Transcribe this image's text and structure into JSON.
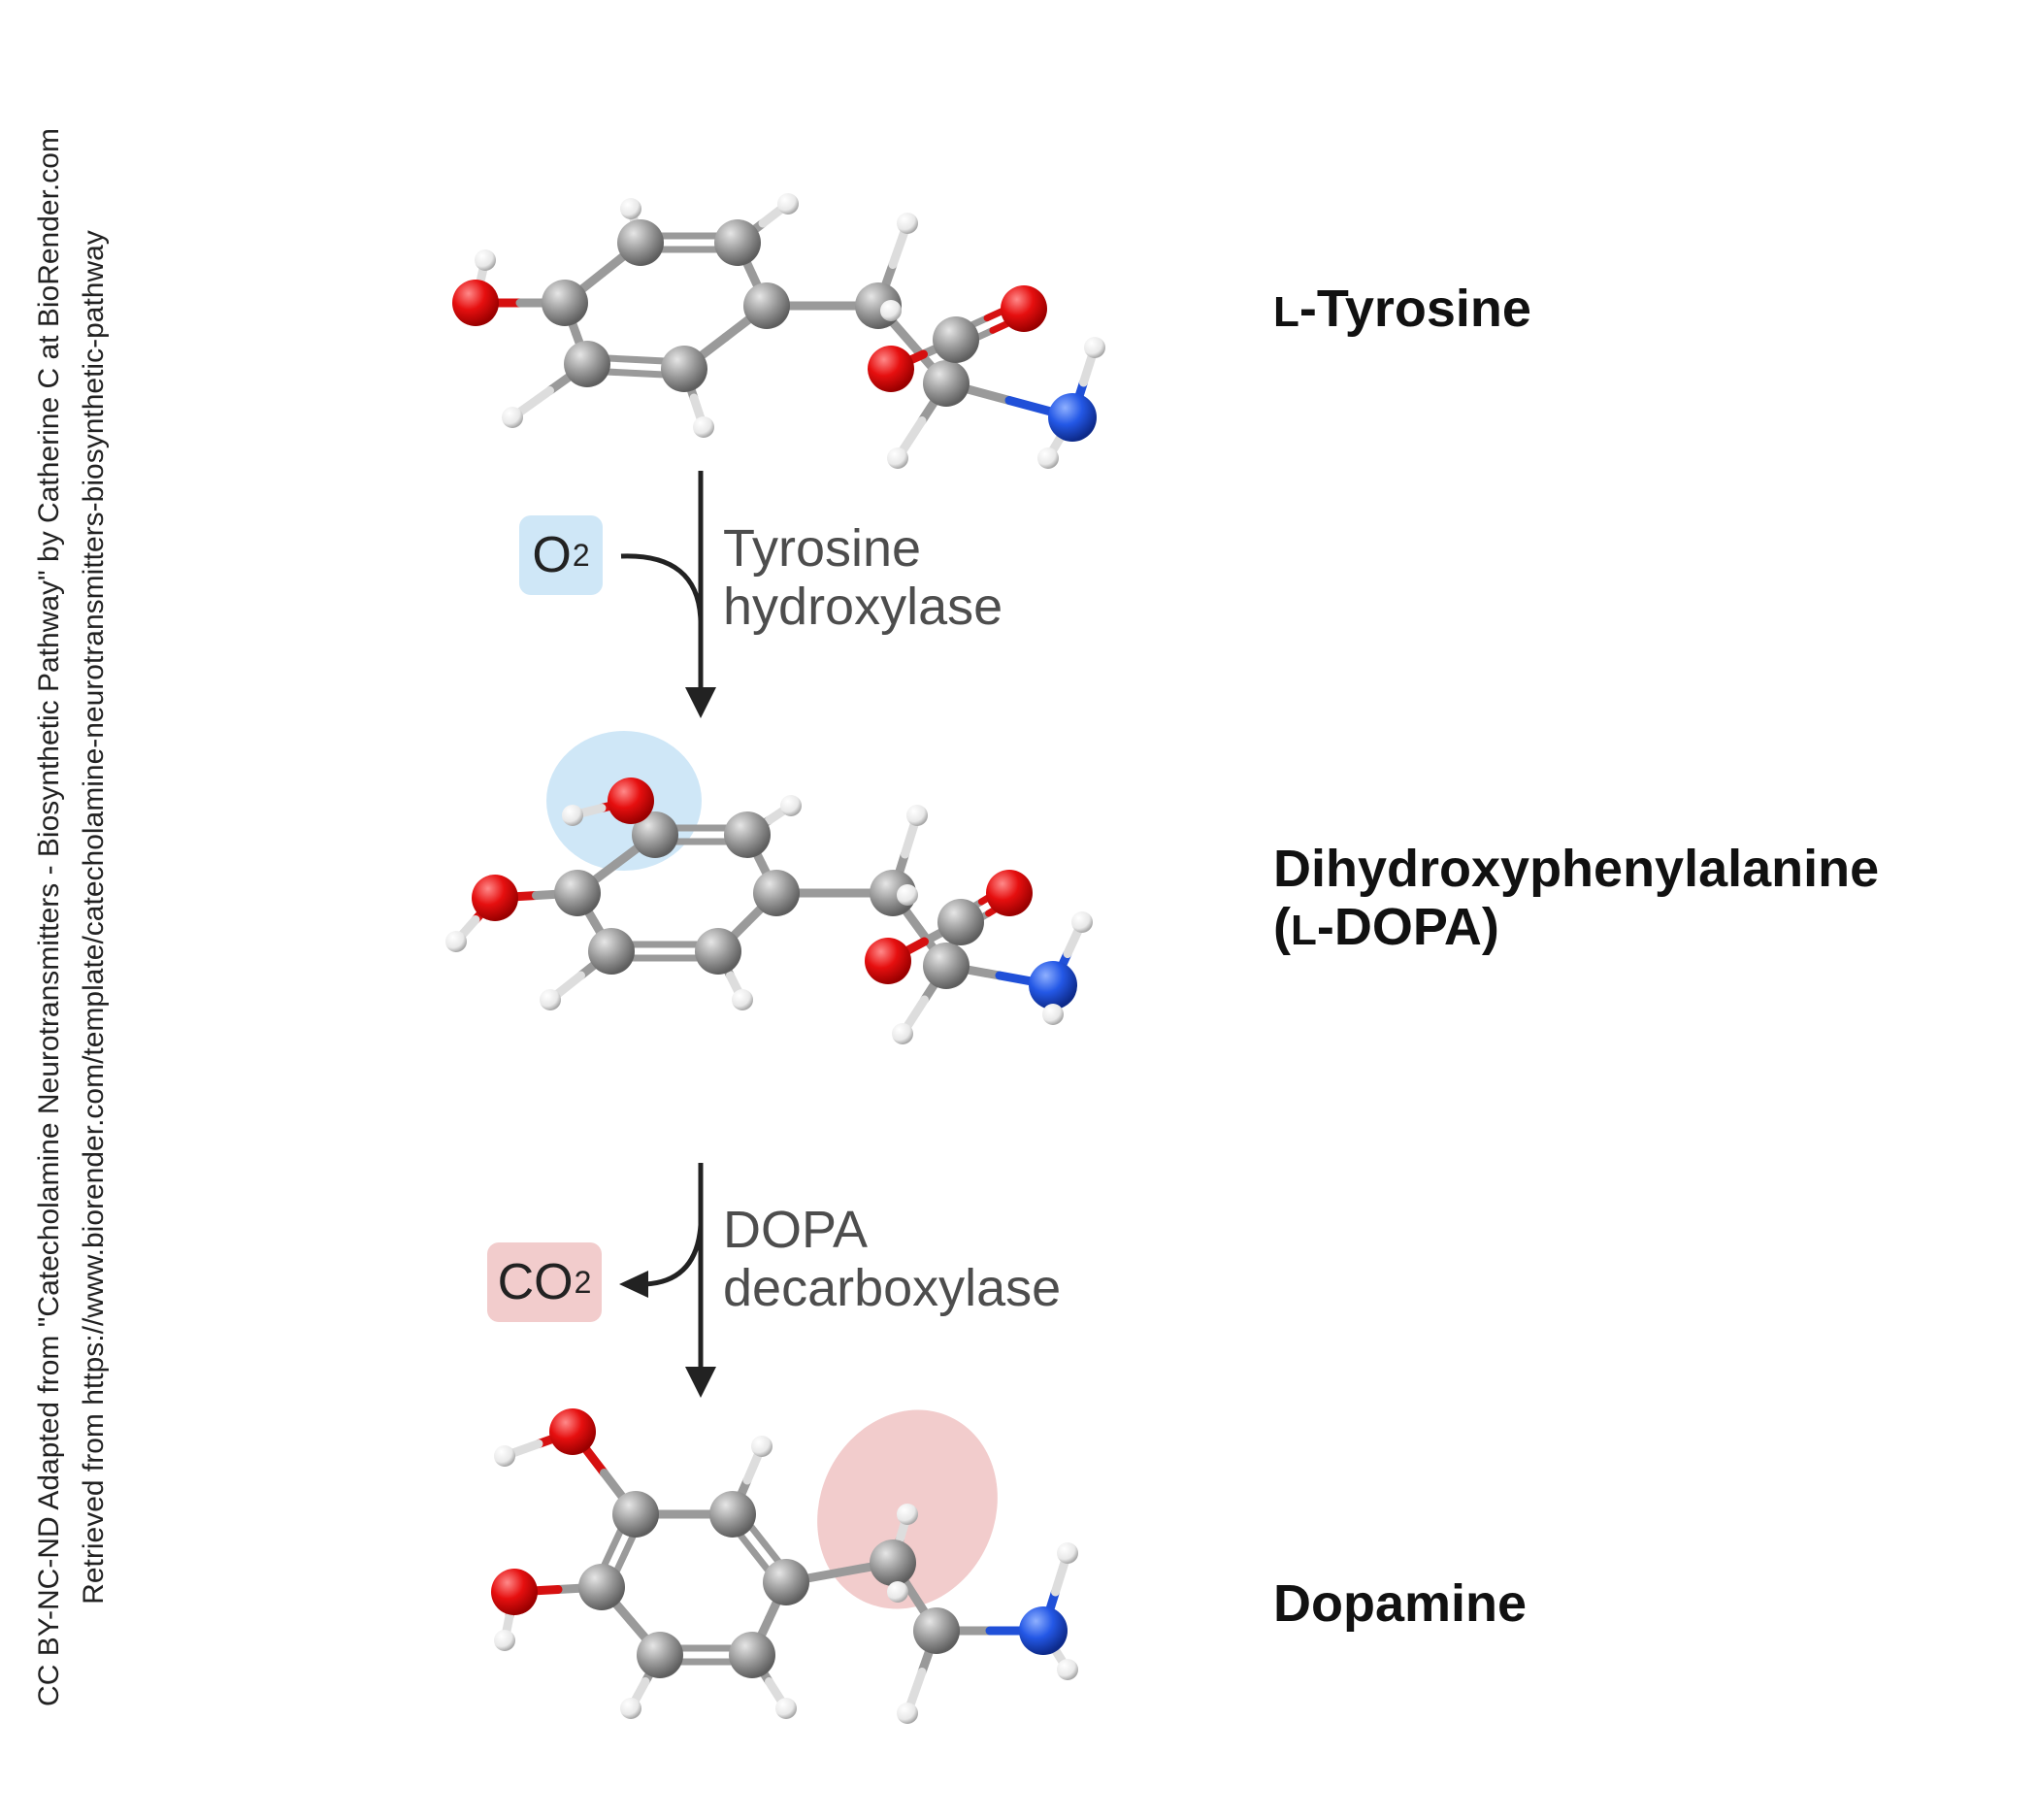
{
  "credit": {
    "line1": "CC BY-NC-ND Adapted from \"Catecholamine Neurotransmitters - Biosynthetic Pathway\" by Catherine C at BioRender.com",
    "line2": "Retrieved from https://www.biorender.com/template/catecholamine-neurotransmitters-biosynthetic-pathway"
  },
  "molecules": {
    "tyrosine": {
      "prefix": "L",
      "name": "-Tyrosine"
    },
    "dopa": {
      "line1": "Dihydroxyphenylalanine",
      "line2_open": "(",
      "line2_prefix": "L",
      "line2_rest": "-DOPA)"
    },
    "dopamine": {
      "name": "Dopamine"
    }
  },
  "steps": {
    "step1": {
      "reagent_main": "O",
      "reagent_sub": "2",
      "enzyme_line1": "Tyrosine",
      "enzyme_line2": "hydroxylase"
    },
    "step2": {
      "reagent_main": "CO",
      "reagent_sub": "2",
      "enzyme_line1": "DOPA",
      "enzyme_line2": "decarboxylase"
    }
  },
  "colors": {
    "carbon": "#8c8c8c",
    "oxygen": "#e30d0d",
    "nitrogen": "#1f4fe0",
    "hydrogen": "#f2f2f2",
    "arrow": "#222222",
    "highlight_blue": "#cfe7f7",
    "highlight_red": "#f2cccc"
  }
}
